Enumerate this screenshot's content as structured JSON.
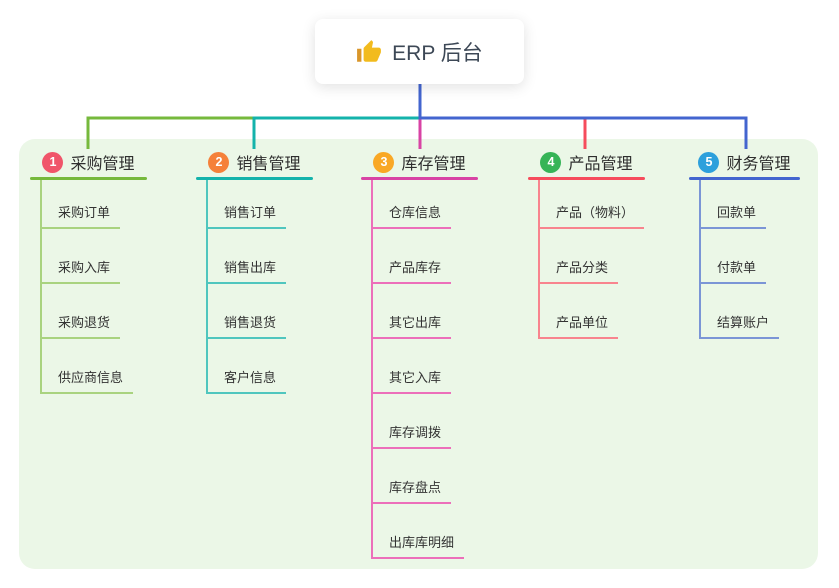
{
  "root": {
    "title": "ERP 后台",
    "icon": "thumbs-up-icon"
  },
  "branches": [
    {
      "badge": "1",
      "label": "采购管理",
      "badge_color": "#f0556a",
      "line_color": "#76b93c",
      "sub_line_color": "#a9d37f",
      "items": [
        "采购订单",
        "采购入库",
        "采购退货",
        "供应商信息"
      ]
    },
    {
      "badge": "2",
      "label": "销售管理",
      "badge_color": "#f5813a",
      "line_color": "#14b3ab",
      "sub_line_color": "#4fc6be",
      "items": [
        "销售订单",
        "销售出库",
        "销售退货",
        "客户信息"
      ]
    },
    {
      "badge": "3",
      "label": "库存管理",
      "badge_color": "#f9a825",
      "line_color": "#d843a4",
      "sub_line_color": "#ec6fba",
      "items": [
        "仓库信息",
        "产品库存",
        "其它出库",
        "其它入库",
        "库存调拨",
        "库存盘点",
        "出库库明细"
      ]
    },
    {
      "badge": "4",
      "label": "产品管理",
      "badge_color": "#36b457",
      "line_color": "#f64c5c",
      "sub_line_color": "#f8848e",
      "items": [
        "产品（物料）",
        "产品分类",
        "产品单位"
      ]
    },
    {
      "badge": "5",
      "label": "财务管理",
      "badge_color": "#2da0dc",
      "line_color": "#4365cf",
      "sub_line_color": "#7b95d6",
      "items": [
        "回款单",
        "付款单",
        "结算账户"
      ]
    }
  ],
  "colors": {
    "panel_bg": "#ebf7e7",
    "root_line": "#4365cf",
    "text": "#333333"
  }
}
